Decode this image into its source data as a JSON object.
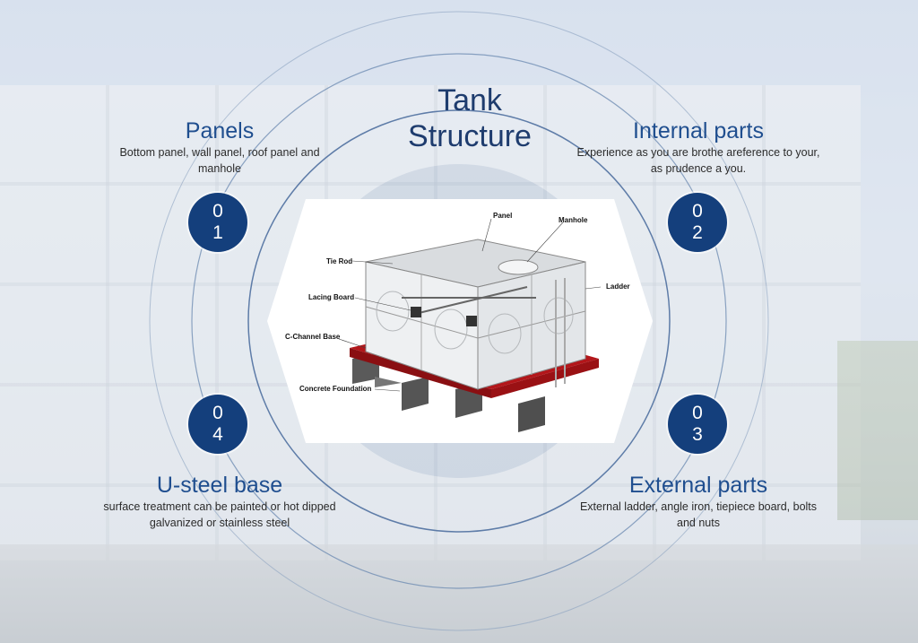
{
  "title": [
    "Tank",
    "Structure"
  ],
  "sections": [
    {
      "number": [
        "0",
        "1"
      ],
      "heading": "Panels",
      "description": [
        "Bottom panel, wall panel, roof panel and",
        "manhole"
      ]
    },
    {
      "number": [
        "0",
        "2"
      ],
      "heading": "Internal parts",
      "description": [
        "Experience as you are brothe areference to your,",
        "as prudence a you."
      ]
    },
    {
      "number": [
        "0",
        "3"
      ],
      "heading": "External parts",
      "description": [
        "External ladder, angle iron, tiepiece board, bolts",
        "and nuts"
      ]
    },
    {
      "number": [
        "0",
        "4"
      ],
      "heading": "U-steel base",
      "description": [
        "surface treatment can be painted or hot dipped",
        "galvanized or stainless steel"
      ]
    }
  ],
  "diagram_labels": {
    "panel": "Panel",
    "manhole": "Manhole",
    "tie_rod": "Tie Rod",
    "ladder": "Ladder",
    "lacing_board": "Lacing Board",
    "c_channel_base": "C-Channel Base",
    "concrete_foundation": "Concrete Foundation"
  },
  "colors": {
    "accent": "#143f7c",
    "heading": "#1f4e8f",
    "ring": "#5f7fa8",
    "base_red": "#b3161a"
  }
}
